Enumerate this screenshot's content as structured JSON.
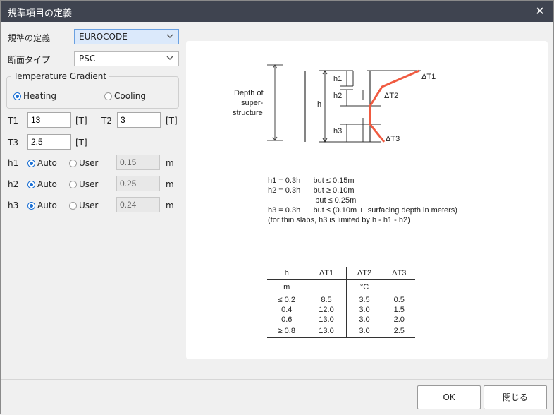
{
  "window": {
    "title": "規準項目の定義"
  },
  "standard": {
    "label": "規準の定義",
    "value": "EUROCODE"
  },
  "section_type": {
    "label": "断面タイプ",
    "value": "PSC"
  },
  "temp_gradient": {
    "title": "Temperature Gradient",
    "heating_label": "Heating",
    "cooling_label": "Cooling"
  },
  "temps": {
    "t1_label": "T1",
    "t1_value": "13",
    "t1_unit": "[T]",
    "t2_label": "T2",
    "t2_value": "3",
    "t2_unit": "[T]",
    "t3_label": "T3",
    "t3_value": "2.5",
    "t3_unit": "[T]"
  },
  "heights": [
    {
      "label": "h1",
      "auto": "Auto",
      "user": "User",
      "value": "0.15",
      "unit": "m"
    },
    {
      "label": "h2",
      "auto": "Auto",
      "user": "User",
      "value": "0.25",
      "unit": "m"
    },
    {
      "label": "h3",
      "auto": "Auto",
      "user": "User",
      "value": "0.24",
      "unit": "m"
    }
  ],
  "figure": {
    "depth_label_1": "Depth of",
    "depth_label_2": "super-",
    "depth_label_3": "structure",
    "h": "h",
    "h1": "h1",
    "h2": "h2",
    "h3": "h3",
    "dt1": "ΔT1",
    "dt2": "ΔT2",
    "dt3": "ΔT3",
    "notes": [
      "h1 = 0.3h      but ≤ 0.15m",
      "h2 = 0.3h      but ≥ 0.10m",
      "                      but ≤ 0.25m",
      "h3 = 0.3h      but ≤ (0.10m +  surfacing depth in meters)",
      "(for thin slabs, h3 is limited by h - h1 - h2)"
    ],
    "table": {
      "headers": [
        "h",
        "ΔT1",
        "ΔT2",
        "ΔT3"
      ],
      "units": [
        "m",
        "",
        "°C",
        ""
      ],
      "rows": [
        [
          "≤ 0.2",
          "8.5",
          "3.5",
          "0.5"
        ],
        [
          "0.4",
          "12.0",
          "3.0",
          "1.5"
        ],
        [
          "0.6",
          "13.0",
          "3.0",
          "2.0"
        ],
        [
          "≥ 0.8",
          "13.0",
          "3.0",
          "2.5"
        ]
      ]
    }
  },
  "buttons": {
    "ok": "OK",
    "close": "閉じる"
  },
  "colors": {
    "accent": "#1a6fd4",
    "profile": "#f05a40",
    "titlebar": "#3f4450"
  }
}
